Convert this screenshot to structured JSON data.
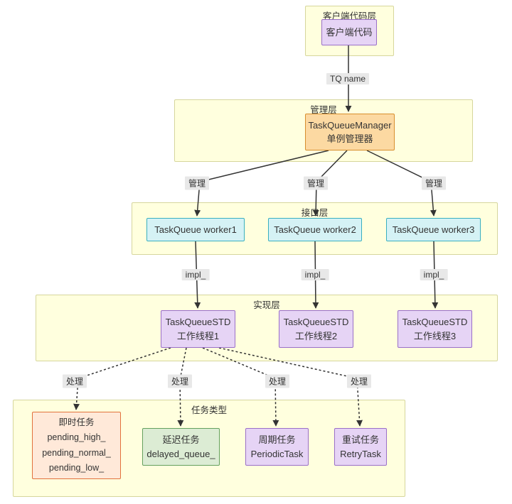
{
  "layers": {
    "client": {
      "title": "客户端代码层"
    },
    "management": {
      "title": "管理层"
    },
    "interface": {
      "title": "接口层"
    },
    "implementation": {
      "title": "实现层"
    },
    "tasks": {
      "title": "任务类型"
    }
  },
  "nodes": {
    "client_code": {
      "label": "客户端代码"
    },
    "manager": {
      "line1": "TaskQueueManager",
      "line2": "单例管理器"
    },
    "worker1": {
      "label": "TaskQueue worker1"
    },
    "worker2": {
      "label": "TaskQue​ue worker2"
    },
    "worker3": {
      "label": "TaskQueue worker3"
    },
    "std1": {
      "line1": "TaskQueueSTD",
      "line2": "工作线程1"
    },
    "std2": {
      "line1": "TaskQueueSTD",
      "line2": "工作线程2"
    },
    "std3": {
      "line1": "TaskQueueSTD",
      "line2": "工作线程3"
    },
    "instant": {
      "line1": "即时任务",
      "line2": "pending_high_",
      "line3": "pending_normal_",
      "line4": "pending_low_"
    },
    "delayed": {
      "line1": "延迟任务",
      "line2": "delayed_queue_"
    },
    "periodic": {
      "line1": "周期任务",
      "line2": "PeriodicTask"
    },
    "retry": {
      "line1": "重试任务",
      "line2": "RetryTask"
    }
  },
  "edge_labels": {
    "tq_name": "TQ name",
    "manage": "管理",
    "impl": "impl_",
    "process": "处理"
  },
  "colors": {
    "layer_fill": "#ffffde",
    "layer_border": "#d6d69c",
    "purple_fill": "#e6d4f5",
    "purple_border": "#9a6fc8",
    "orange_fill": "#fcd9a2",
    "orange_border": "#d78f2e",
    "cyan_fill": "#d5f2f5",
    "cyan_border": "#38afc0",
    "instant_fill": "#ffe9d9",
    "instant_border": "#e1713c",
    "green_fill": "#dcecd4",
    "green_border": "#64a05e",
    "edge_label_bg": "#e8e8e8",
    "edge_color": "#333333"
  }
}
